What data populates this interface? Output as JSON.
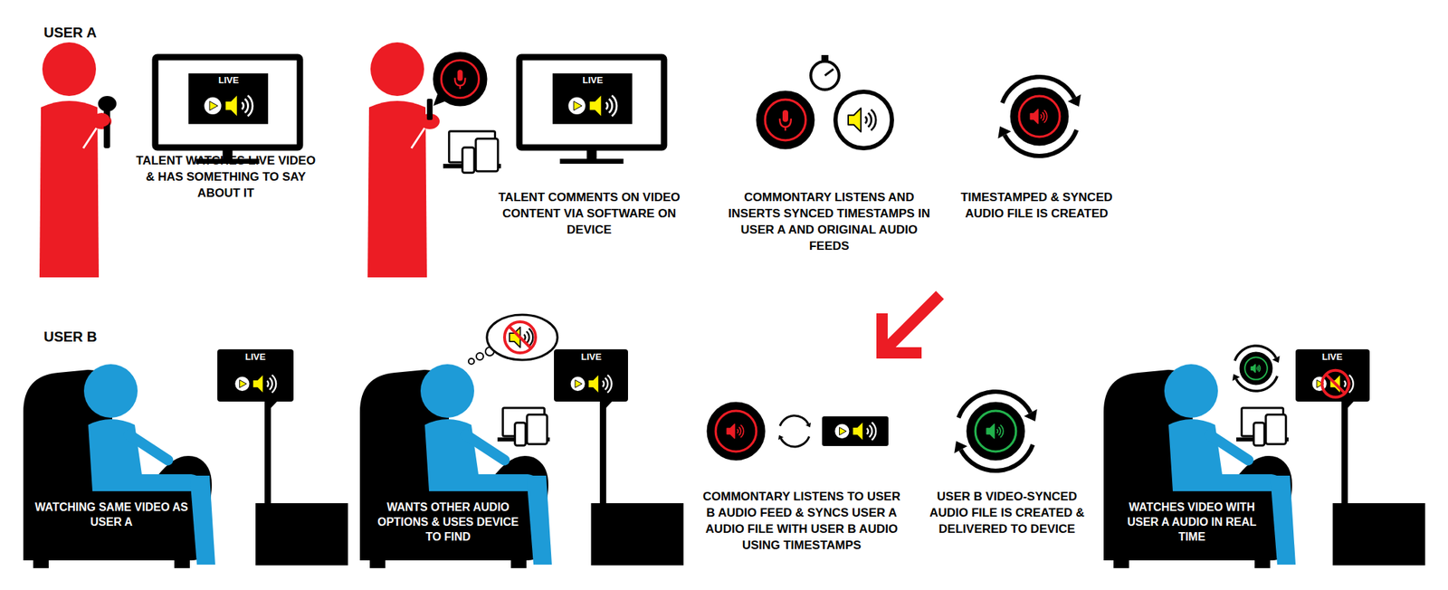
{
  "diagram": {
    "nodes": [
      {
        "text": [
          "WATCHING SAME VIDEO AS USER A"
        ]
      },
      {
        "text": [
          "WANTS OTHER AUDIO OPTIONS & USES DEVICE TO FIND"
        ]
      },
      {
        "text": [
          "WATCHES VIDEO WITH USER A AUDIO IN REAL TIME"
        ]
      }
    ],
    "labels": [
      "USER A",
      "LIVE",
      "TALENT WATCHES LIVE VIDEO & HAS SOMETHING TO SAY ABOUT IT",
      "LIVE",
      "TALENT COMMENTS ON VIDEO CONTENT VIA SOFTWARE ON DEVICE",
      "COMMONTARY LISTENS AND INSERTS SYNCED TIMESTAMPS IN USER A AND ORIGINAL AUDIO FEEDS",
      "TIMESTAMPED & SYNCED AUDIO FILE IS CREATED",
      "USER B",
      "LIVE",
      "LIVE",
      "COMMONTARY LISTENS TO USER B AUDIO FEED & SYNCS USER A AUDIO FILE WITH USER B AUDIO USING TIMESTAMPS",
      "USER B VIDEO-SYNCED AUDIO FILE IS CREATED & DELIVERED TO DEVICE",
      "LIVE"
    ]
  }
}
